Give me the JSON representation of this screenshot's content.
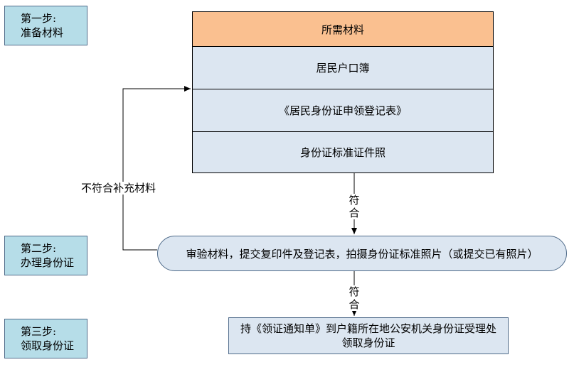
{
  "steps": [
    {
      "label": "第一步:\n准备材料"
    },
    {
      "label": "第二步:\n办理身份证"
    },
    {
      "label": "第三步:\n领取身份证"
    }
  ],
  "materials": {
    "header": "所需材料",
    "items": [
      "居民户口簿",
      "《居民身份证申领登记表》",
      "身份证标准证件照"
    ]
  },
  "process": {
    "text": "审验材料，提交复印件及登记表，拍摄身份证标准照片（或提交已有照片）"
  },
  "final": {
    "text": "持《领证通知单》到户籍所在地公安机关身份证受理处领取身份证"
  },
  "edges": {
    "reject_label": "不符合补充材料",
    "pass_label_1": "符合",
    "pass_label_2": "符合"
  }
}
